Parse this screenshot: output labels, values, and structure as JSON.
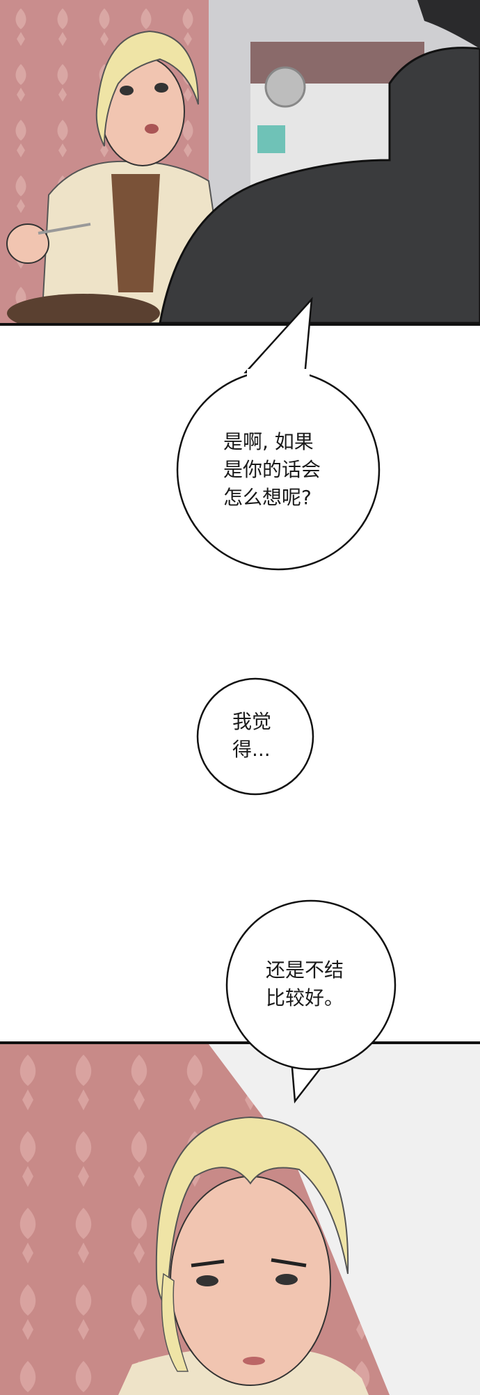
{
  "bubbles": [
    {
      "lines": [
        "是啊, 如果",
        "是你的话会",
        "怎么想呢?"
      ]
    },
    {
      "lines": [
        "我觉",
        "得..."
      ]
    },
    {
      "lines": [
        "还是不结",
        "比较好。"
      ]
    }
  ],
  "colors": {
    "wallpaper": "#c98d8d",
    "wallpaper_pattern": "#d9a7a4",
    "hair": "#efe4a6",
    "skin": "#f1c5b1",
    "jacket": "#3a3b3d",
    "cardigan": "#eee3c8",
    "ink": "#111111"
  }
}
